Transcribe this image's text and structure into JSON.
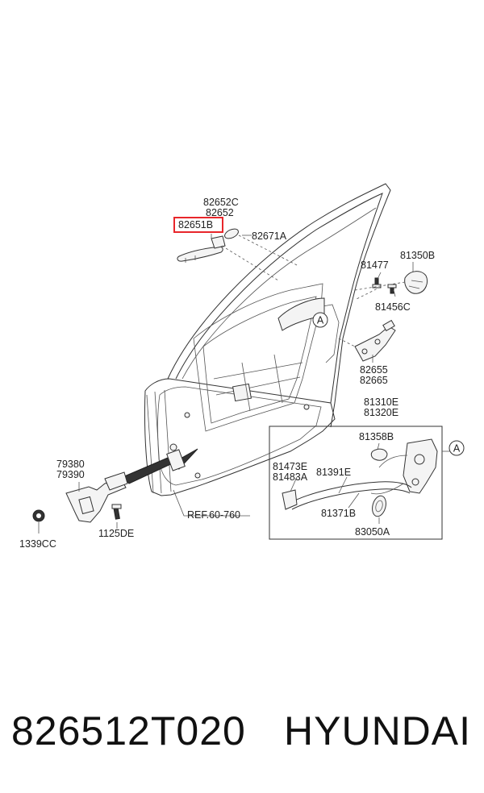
{
  "labels": {
    "p82652C": "82652C",
    "p82652": "82652",
    "p82651B": "82651B",
    "p82671A": "82671A",
    "p81477": "81477",
    "p81350B": "81350B",
    "p81456C": "81456C",
    "p82655": "82655",
    "p82665": "82665",
    "p81310E": "81310E",
    "p81320E": "81320E",
    "p81358B": "81358B",
    "p81473E": "81473E",
    "p81483A": "81483A",
    "p81391E": "81391E",
    "p81371B": "81371B",
    "p83050A": "83050A",
    "p79380": "79380",
    "p79390": "79390",
    "p1339CC": "1339CC",
    "p1125DE": "1125DE",
    "ref": "REF.60-760",
    "callout_a": "A",
    "callout_a2": "A"
  },
  "highlight_color": "#e8262b",
  "footer": {
    "part_number": "826512T020",
    "brand": "HYUNDAI"
  }
}
